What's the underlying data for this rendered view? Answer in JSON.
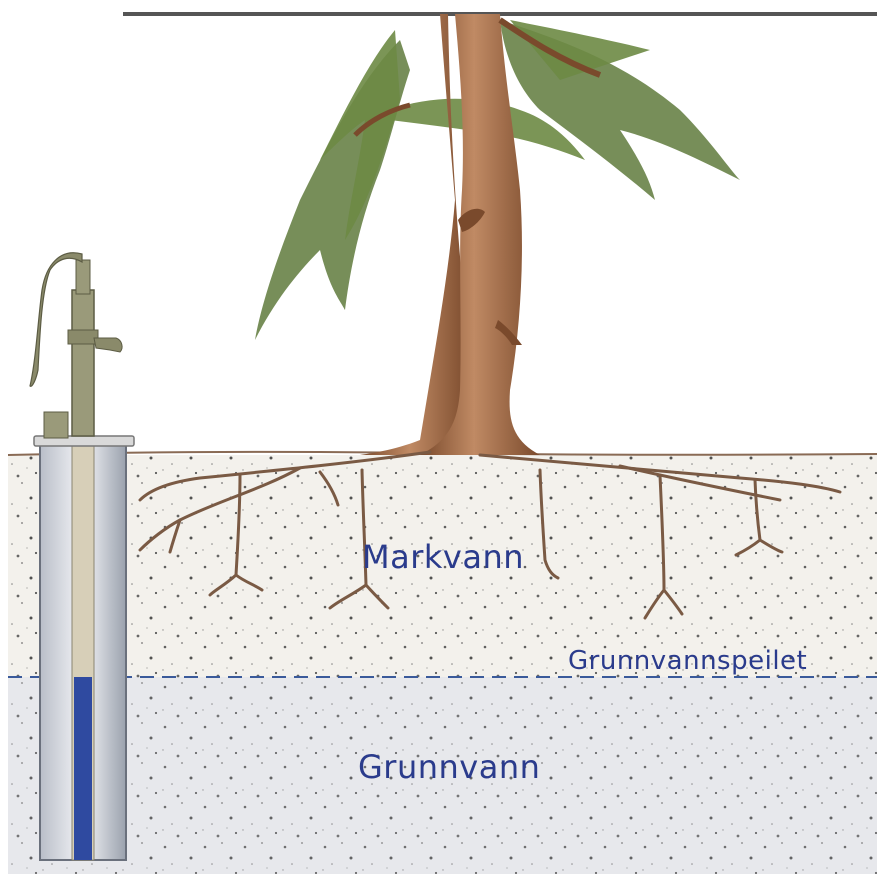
{
  "labels": {
    "soil_water": "Markvann",
    "water_table": "Grunnvannspeilet",
    "groundwater": "Grunnvann"
  },
  "colors": {
    "label_text": "#2a3b8c",
    "soil": "#f2f0ec",
    "groundwater_zone": "#e6e7ea",
    "water_table_line": "#3a5a9a",
    "bark": "#9a6a4a",
    "foliage": "#5f7a3c",
    "pump_metal": "#9a9a7a",
    "pipe_water": "#2f4aa0"
  },
  "icons": {
    "tree": "tree-icon",
    "pump": "hand-pump-icon",
    "well": "well-pipe-icon"
  }
}
